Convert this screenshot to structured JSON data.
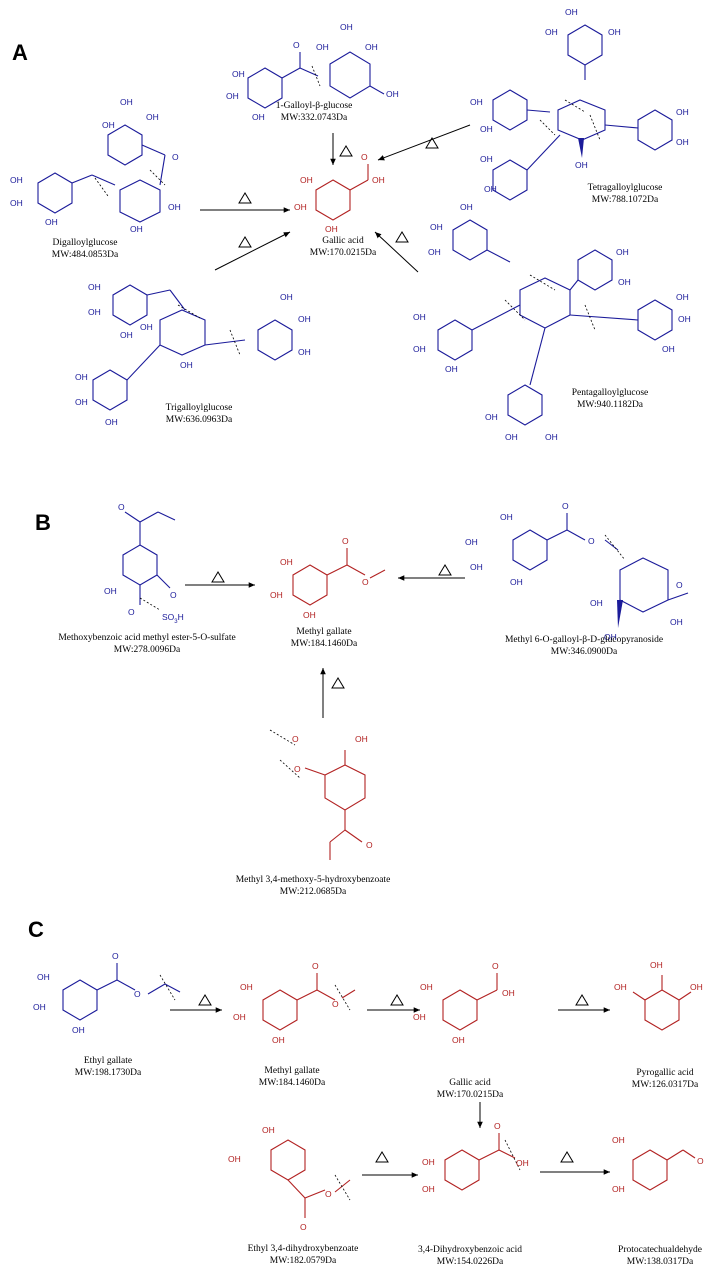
{
  "panels": {
    "a": "A",
    "b": "B",
    "c": "C"
  },
  "colors": {
    "precursor": "#1b1b9a",
    "product": "#b22222",
    "arrow": "#000000"
  },
  "delta_symbol": "△",
  "labels": {
    "OH": "OH",
    "O": "O",
    "SO3H": "SO",
    "sub3": "3",
    "H": "H"
  },
  "compounds": {
    "galloyl_glucose": {
      "name": "1-Galloyl-β-glucose",
      "mw": "MW:332.0743Da"
    },
    "tetragalloyl": {
      "name": "Tetragalloylglucose",
      "mw": "MW:788.1072Da"
    },
    "digalloyl": {
      "name": "Digalloylglucose",
      "mw": "MW:484.0853Da"
    },
    "gallic_a": {
      "name": "Gallic acid",
      "mw": "MW:170.0215Da"
    },
    "trigalloyl": {
      "name": "Trigalloylglucose",
      "mw": "MW:636.0963Da"
    },
    "pentagalloyl": {
      "name": "Pentagalloylglucose",
      "mw": "MW:940.1182Da"
    },
    "methoxybenzoic": {
      "name": "Methoxybenzoic acid methyl ester-5-O-sulfate",
      "mw": "MW:278.0096Da"
    },
    "methyl_gallate_b": {
      "name": "Methyl gallate",
      "mw": "MW:184.1460Da"
    },
    "methyl_galloyl_gluco": {
      "name": "Methyl 6-O-galloyl-β-D-glucopyranoside",
      "mw": "MW:346.0900Da"
    },
    "methyl_methoxy": {
      "name": "Methyl 3,4-methoxy-5-hydroxybenzoate",
      "mw": "MW:212.0685Da"
    },
    "ethyl_gallate": {
      "name": "Ethyl gallate",
      "mw": "MW:198.1730Da"
    },
    "methyl_gallate_c": {
      "name": "Methyl gallate",
      "mw": "MW:184.1460Da"
    },
    "gallic_c": {
      "name": "Gallic acid",
      "mw": "MW:170.0215Da"
    },
    "pyrogallic": {
      "name": "Pyrogallic acid",
      "mw": "MW:126.0317Da"
    },
    "ethyl_dihydroxy": {
      "name": "Ethyl 3,4-dihydroxybenzoate",
      "mw": "MW:182.0579Da"
    },
    "dihydroxybenzoic": {
      "name": "3,4-Dihydroxybenzoic acid",
      "mw": "MW:154.0226Da"
    },
    "protocatechualdehyde": {
      "name": "Protocatechualdehyde",
      "mw": "MW:138.0317Da"
    }
  }
}
